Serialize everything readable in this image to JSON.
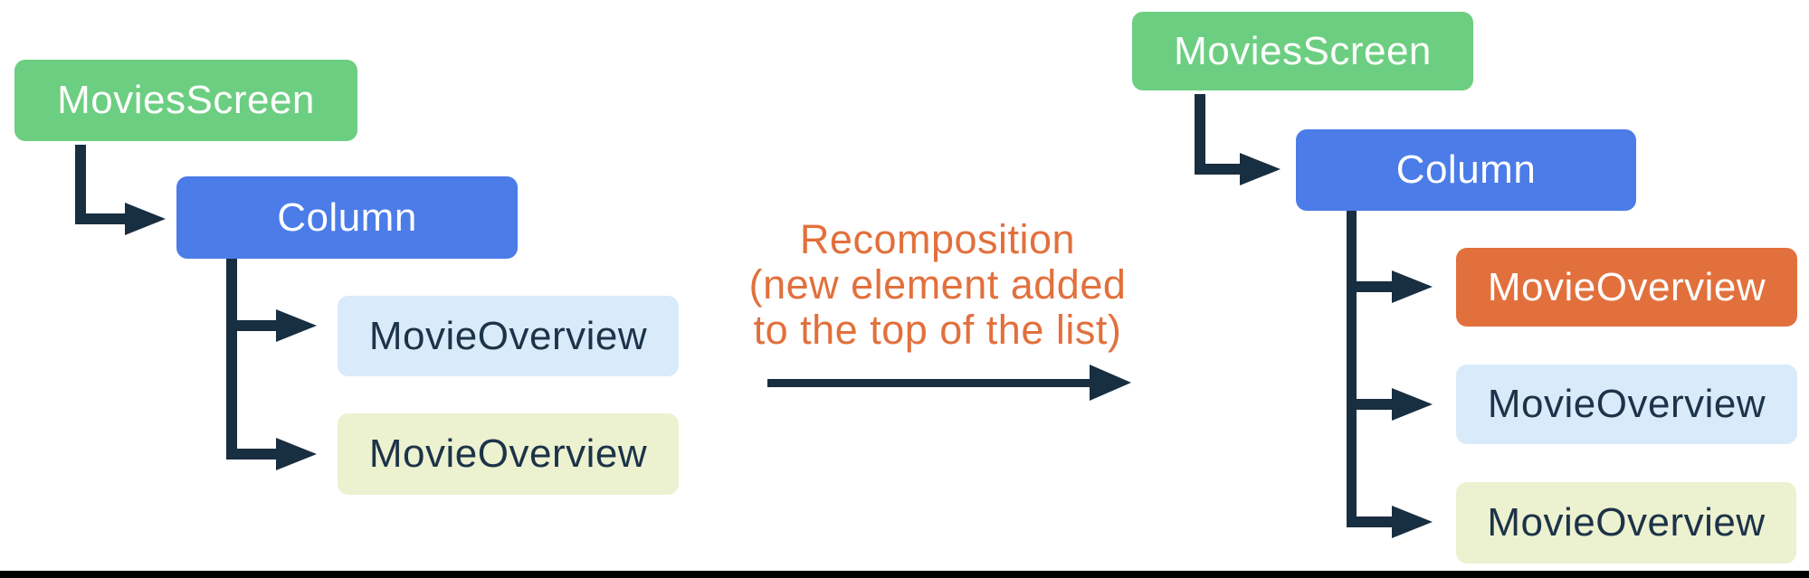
{
  "left_tree": {
    "root": {
      "label": "MoviesScreen"
    },
    "container": {
      "label": "Column"
    },
    "children": [
      {
        "label": "MovieOverview",
        "variant": "light-blue"
      },
      {
        "label": "MovieOverview",
        "variant": "pale-yellow"
      }
    ]
  },
  "right_tree": {
    "root": {
      "label": "MoviesScreen"
    },
    "container": {
      "label": "Column"
    },
    "children": [
      {
        "label": "MovieOverview",
        "variant": "orange",
        "newly_added": true
      },
      {
        "label": "MovieOverview",
        "variant": "light-blue"
      },
      {
        "label": "MovieOverview",
        "variant": "pale-yellow"
      }
    ]
  },
  "annotation": {
    "lines": [
      "Recomposition",
      "(new element added",
      "to the top of the list)"
    ]
  },
  "colors": {
    "green_node": "#6CCE81",
    "blue_node": "#4B7CE8",
    "orange_node": "#E2703C",
    "light_blue_node": "#D9EBFB",
    "pale_yellow_node": "#ECF1CF",
    "connector_navy": "#182E41",
    "annotation_orange": "#E2703C",
    "dark_text": "#1C3349",
    "bottom_bar": "#000000"
  }
}
